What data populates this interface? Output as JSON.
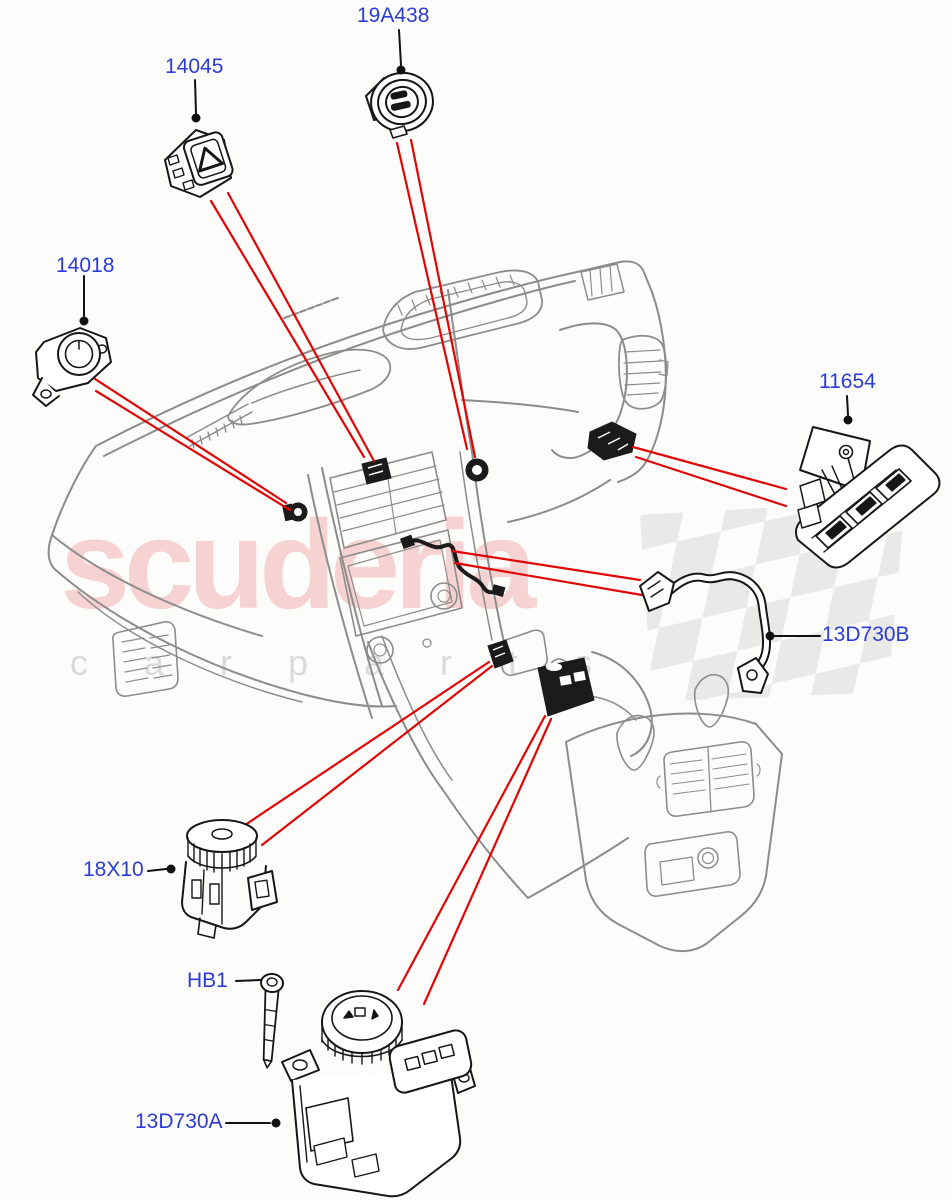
{
  "watermark": {
    "brand": "scuderia",
    "subtitle": "carparts"
  },
  "labels": {
    "power_socket": "19A438",
    "hazard_switch": "14045",
    "headlamp_switch": "14018",
    "window_switch_pack": "11654",
    "jumper_harness": "13D730B",
    "console_rotary_switch": "18X10",
    "screw": "HB1",
    "terrain_control_module": "13D730A"
  },
  "colors": {
    "label_blue": "#2b3bd7",
    "leader_red": "#e10505",
    "vehicle_line_gray": "#8c8c8c",
    "part_line_black": "#161616",
    "watermark_pink": "#f7d2d2",
    "watermark_gray": "#dadada",
    "background": "#fcfdfa"
  }
}
